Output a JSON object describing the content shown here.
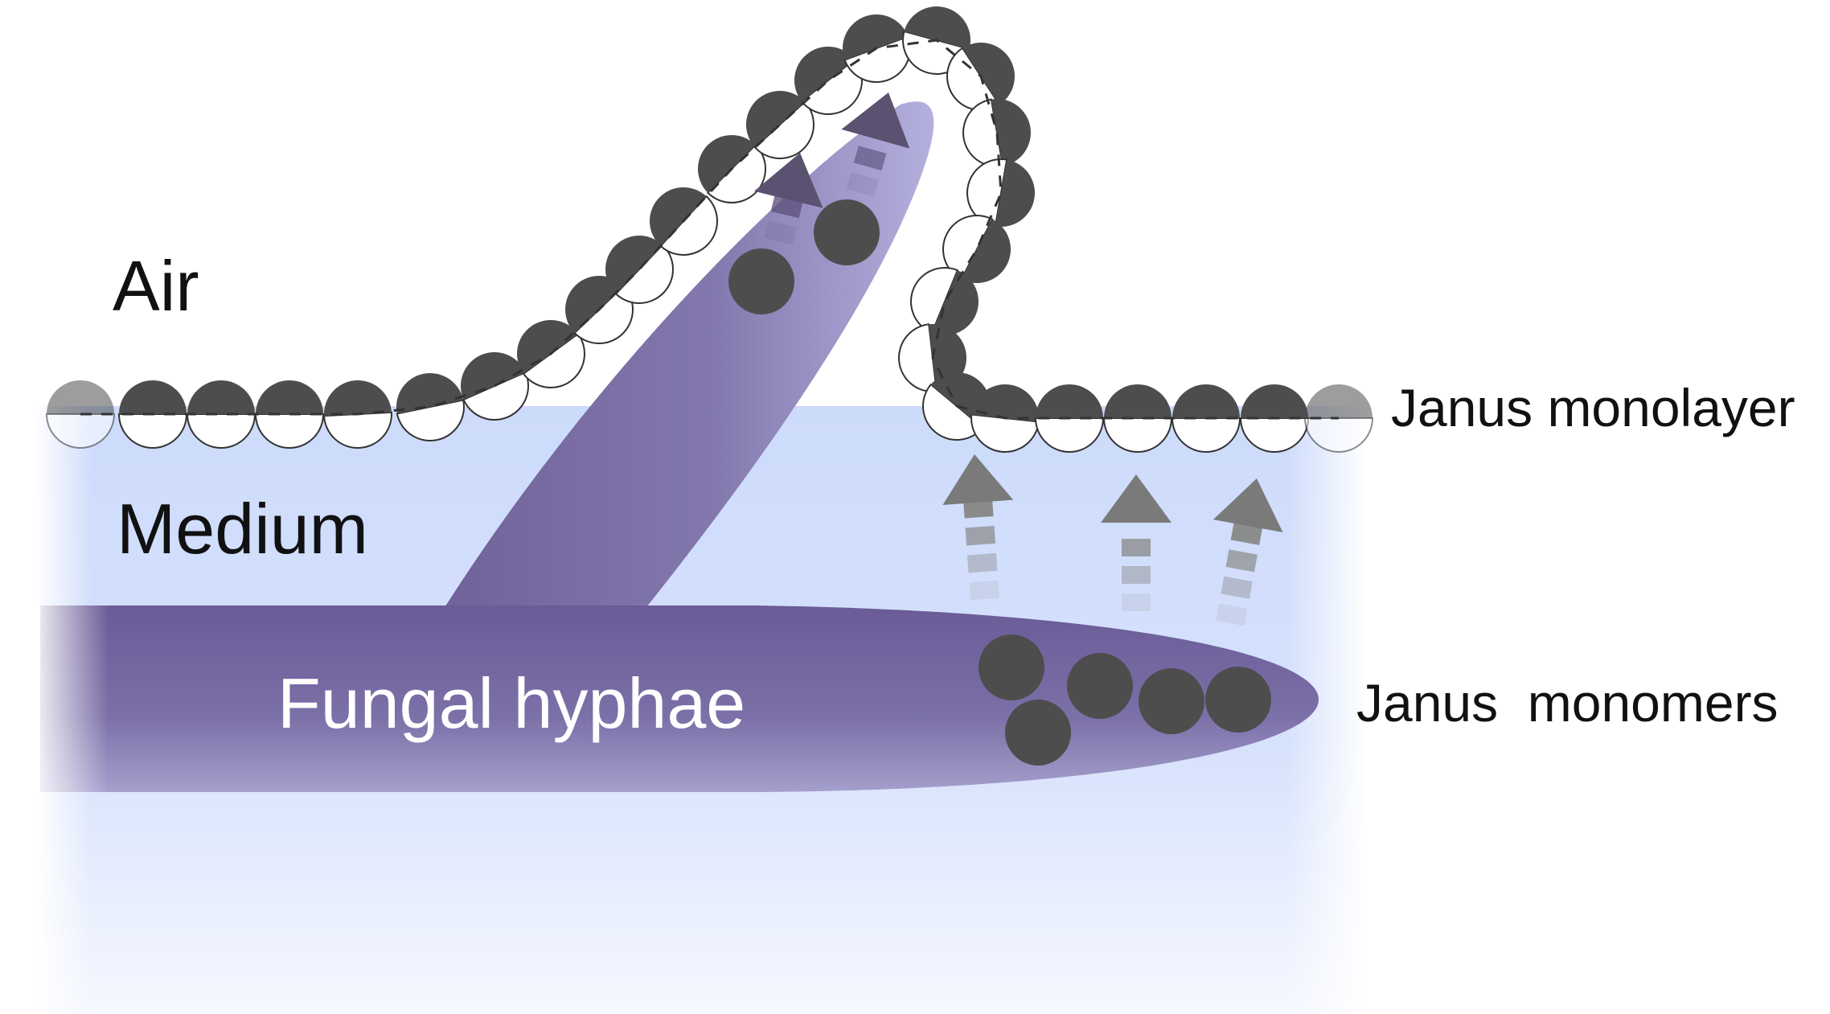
{
  "labels": {
    "air": "Air",
    "medium": "Medium",
    "hyphae": "Fungal hyphae",
    "monolayer": "Janus monolayer",
    "monomers": "Janus  monomers"
  },
  "colors": {
    "medium_blue": "#cfdcfb",
    "hypha_purple": "#6c5f98",
    "particle_dark": "#4d4d4d",
    "particle_light": "#ffffff",
    "arrow_gray": "#8a8a8a",
    "label_dark": "#111111",
    "label_light": "#ffffff"
  }
}
